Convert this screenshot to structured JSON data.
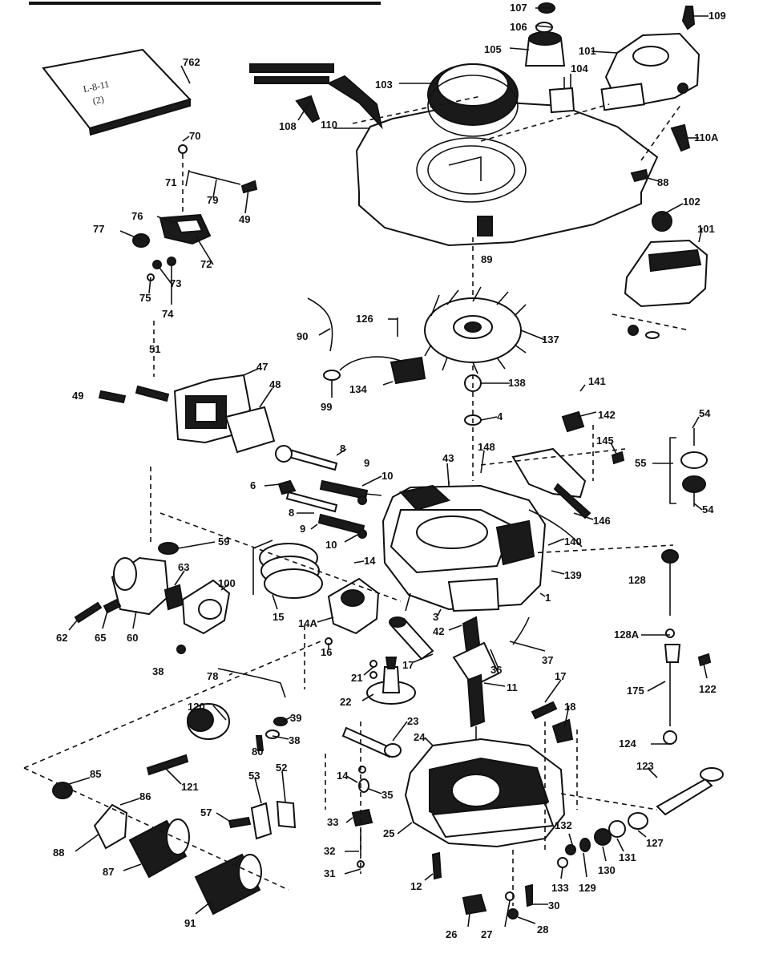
{
  "manual_text": [
    "L-8-11",
    "(2)"
  ],
  "banner_text": [
    "",
    ""
  ],
  "labels": [
    {
      "id": "p762",
      "text": "762"
    },
    {
      "id": "p107",
      "text": "107"
    },
    {
      "id": "p106",
      "text": "106"
    },
    {
      "id": "p105",
      "text": "105"
    },
    {
      "id": "p104",
      "text": "104"
    },
    {
      "id": "p103",
      "text": "103"
    },
    {
      "id": "p102",
      "text": "102"
    },
    {
      "id": "p101",
      "text": "101"
    },
    {
      "id": "p101b",
      "text": "101"
    },
    {
      "id": "p108",
      "text": "108"
    },
    {
      "id": "p109",
      "text": "109"
    },
    {
      "id": "p110",
      "text": "110"
    },
    {
      "id": "p110a",
      "text": "110A"
    },
    {
      "id": "p88",
      "text": "88"
    },
    {
      "id": "p70",
      "text": "70"
    },
    {
      "id": "p71",
      "text": "71"
    },
    {
      "id": "p79",
      "text": "79"
    },
    {
      "id": "p49a",
      "text": "49"
    },
    {
      "id": "p76",
      "text": "76"
    },
    {
      "id": "p77",
      "text": "77"
    },
    {
      "id": "p72",
      "text": "72"
    },
    {
      "id": "p73",
      "text": "73"
    },
    {
      "id": "p75",
      "text": "75"
    },
    {
      "id": "p74",
      "text": "74"
    },
    {
      "id": "p51",
      "text": "51"
    },
    {
      "id": "p49",
      "text": "49"
    },
    {
      "id": "p47",
      "text": "47"
    },
    {
      "id": "p48",
      "text": "48"
    },
    {
      "id": "p99",
      "text": "99"
    },
    {
      "id": "p90",
      "text": "90"
    },
    {
      "id": "p126",
      "text": "126"
    },
    {
      "id": "p134",
      "text": "134"
    },
    {
      "id": "p137",
      "text": "137"
    },
    {
      "id": "p138",
      "text": "138"
    },
    {
      "id": "p89",
      "text": "89"
    },
    {
      "id": "p4",
      "text": "4"
    },
    {
      "id": "p141",
      "text": "141"
    },
    {
      "id": "p142",
      "text": "142"
    },
    {
      "id": "p145",
      "text": "145"
    },
    {
      "id": "p146",
      "text": "146"
    },
    {
      "id": "p54",
      "text": "54"
    },
    {
      "id": "p55",
      "text": "55"
    },
    {
      "id": "p54b",
      "text": "54"
    },
    {
      "id": "p148",
      "text": "148"
    },
    {
      "id": "p8",
      "text": "8"
    },
    {
      "id": "p9",
      "text": "9"
    },
    {
      "id": "p10",
      "text": "10"
    },
    {
      "id": "p6",
      "text": "6"
    },
    {
      "id": "p8b",
      "text": "8"
    },
    {
      "id": "p9b",
      "text": "9"
    },
    {
      "id": "p10b",
      "text": "10"
    },
    {
      "id": "p43",
      "text": "43"
    },
    {
      "id": "p140",
      "text": "140"
    },
    {
      "id": "p139",
      "text": "139"
    },
    {
      "id": "p59",
      "text": "59"
    },
    {
      "id": "p14",
      "text": "14"
    },
    {
      "id": "p63",
      "text": "63"
    },
    {
      "id": "p100",
      "text": "100"
    },
    {
      "id": "p62",
      "text": "62"
    },
    {
      "id": "p65",
      "text": "65"
    },
    {
      "id": "p60",
      "text": "60"
    },
    {
      "id": "p15",
      "text": "15"
    },
    {
      "id": "p14a",
      "text": "14A"
    },
    {
      "id": "p1",
      "text": "1"
    },
    {
      "id": "p128",
      "text": "128"
    },
    {
      "id": "p3",
      "text": "3"
    },
    {
      "id": "p42",
      "text": "42"
    },
    {
      "id": "p16",
      "text": "16"
    },
    {
      "id": "p36",
      "text": "36"
    },
    {
      "id": "p37",
      "text": "37"
    },
    {
      "id": "p17",
      "text": "17"
    },
    {
      "id": "p38",
      "text": "38"
    },
    {
      "id": "p128a",
      "text": "128A"
    },
    {
      "id": "p78",
      "text": "78"
    },
    {
      "id": "p21",
      "text": "21"
    },
    {
      "id": "p11",
      "text": "11"
    },
    {
      "id": "p17b",
      "text": "17"
    },
    {
      "id": "p122",
      "text": "122"
    },
    {
      "id": "p22",
      "text": "22"
    },
    {
      "id": "p39",
      "text": "39"
    },
    {
      "id": "p18",
      "text": "18"
    },
    {
      "id": "p175",
      "text": "175"
    },
    {
      "id": "p120",
      "text": "120"
    },
    {
      "id": "p38b",
      "text": "38"
    },
    {
      "id": "p23",
      "text": "23"
    },
    {
      "id": "p80",
      "text": "80"
    },
    {
      "id": "p24",
      "text": "24"
    },
    {
      "id": "p124",
      "text": "124"
    },
    {
      "id": "p121",
      "text": "121"
    },
    {
      "id": "p53",
      "text": "53"
    },
    {
      "id": "p52",
      "text": "52"
    },
    {
      "id": "p14b",
      "text": "14"
    },
    {
      "id": "p123",
      "text": "123"
    },
    {
      "id": "p85",
      "text": "85"
    },
    {
      "id": "p86",
      "text": "86"
    },
    {
      "id": "p35",
      "text": "35"
    },
    {
      "id": "p57",
      "text": "57"
    },
    {
      "id": "p33",
      "text": "33"
    },
    {
      "id": "p25",
      "text": "25"
    },
    {
      "id": "p132",
      "text": "132"
    },
    {
      "id": "p127",
      "text": "127"
    },
    {
      "id": "p88b",
      "text": "88"
    },
    {
      "id": "p32",
      "text": "32"
    },
    {
      "id": "p131",
      "text": "131"
    },
    {
      "id": "p130",
      "text": "130"
    },
    {
      "id": "p87",
      "text": "87"
    },
    {
      "id": "p31",
      "text": "31"
    },
    {
      "id": "p12",
      "text": "12"
    },
    {
      "id": "p133",
      "text": "133"
    },
    {
      "id": "p129",
      "text": "129"
    },
    {
      "id": "p91",
      "text": "91"
    },
    {
      "id": "p30",
      "text": "30"
    },
    {
      "id": "p26",
      "text": "26"
    },
    {
      "id": "p27",
      "text": "27"
    },
    {
      "id": "p28",
      "text": "28"
    }
  ]
}
